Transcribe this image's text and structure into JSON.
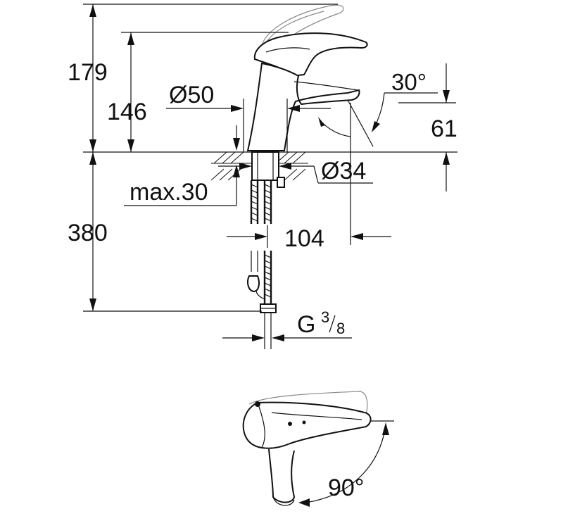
{
  "dimensions": {
    "total_height": "179",
    "spout_height": "146",
    "base_diameter": "Ø50",
    "spout_angle": "30°",
    "spout_clearance": "61",
    "shank_diameter": "Ø34",
    "max_deck_thickness": "max.30",
    "connection_length": "380",
    "spout_reach": "104",
    "thread_letter": "G",
    "thread_numerator": "3",
    "thread_denominator": "8",
    "swivel_angle": "90°"
  }
}
